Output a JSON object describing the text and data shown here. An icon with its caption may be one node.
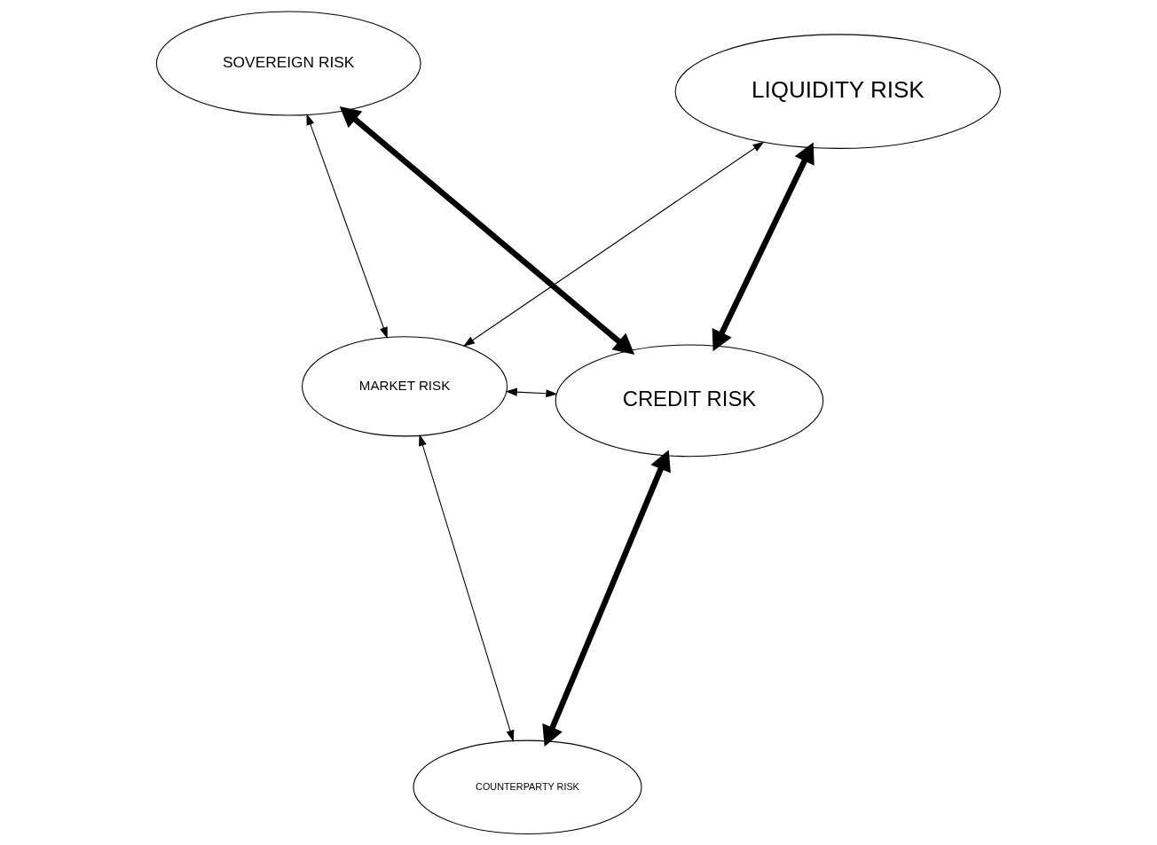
{
  "diagram": {
    "nodes": [
      {
        "text": [
          "MARKET RISK"
        ]
      },
      {
        "text": [
          "CREDIT RISK"
        ]
      },
      {
        "text": [
          "COUNTERPARTY RISK"
        ]
      },
      {
        "text": [
          "SOVEREIGN RISK"
        ]
      },
      {
        "text": [
          "LIQUIDITY RISK"
        ]
      }
    ],
    "edges": [
      {
        "from": 2,
        "to": 0,
        "arrow": "both"
      },
      {
        "from": 1,
        "to": 4,
        "arrow": "both",
        "style": "thick"
      },
      {
        "from": 1,
        "to": 2,
        "arrow": "both",
        "style": "thick"
      },
      {
        "from": 0,
        "to": 1,
        "arrow": "both"
      },
      {
        "from": 0,
        "to": 3,
        "arrow": "both"
      },
      {
        "from": 3,
        "to": 1,
        "arrow": "both",
        "style": "thick"
      },
      {
        "from": 0,
        "to": 4,
        "arrow": "both"
      }
    ]
  }
}
